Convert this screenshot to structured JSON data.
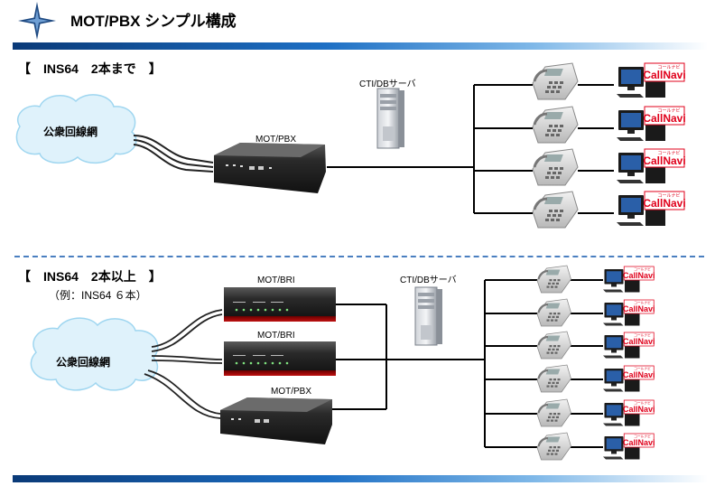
{
  "page": {
    "title": "MOT/PBX シンプル構成"
  },
  "section1": {
    "heading": "【　INS64　2本まで　】",
    "network_label": "公衆回線網",
    "pbx_label": "MOT/PBX",
    "server_label": "CTI/DBサーバ",
    "callnavi_brand": "CallNavi",
    "callnavi_sub": "コールナビ"
  },
  "section2": {
    "heading": "【　INS64　2本以上　】",
    "subheading": "（例：INS64 ６本）",
    "network_label": "公衆回線網",
    "bri1_label": "MOT/BRI",
    "bri2_label": "MOT/BRI",
    "pbx_label": "MOT/PBX",
    "server_label": "CTI/DBサーバ",
    "callnavi_brand": "CallNavi",
    "callnavi_sub": "コールナビ"
  },
  "colors": {
    "accent_dark": "#0a3a78",
    "accent_light": "#7fb8e8",
    "cloud": "#dff2fb",
    "callnavi_red": "#e0001b"
  }
}
